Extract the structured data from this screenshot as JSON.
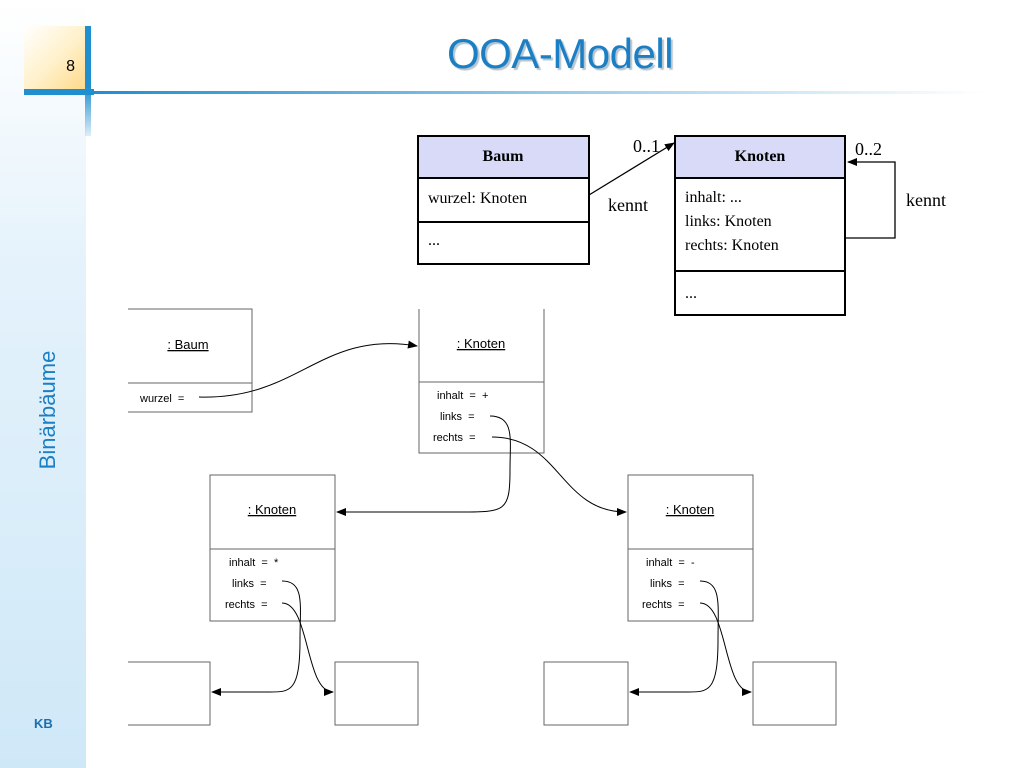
{
  "slide": {
    "page_number": "8",
    "title": "OOA-Modell",
    "side_title": "Binärbäume",
    "footer": "KB"
  },
  "class_diagram": {
    "baum": {
      "name": "Baum",
      "attributes": "wurzel: Knoten",
      "methods": "..."
    },
    "knoten": {
      "name": "Knoten",
      "attr1": "inhalt: ...",
      "attr2": "links: Knoten",
      "attr3": "rechts: Knoten",
      "methods": "..."
    },
    "association1": {
      "multiplicity": "0..1",
      "label": "kennt"
    },
    "association2": {
      "multiplicity": "0..2",
      "label": "kennt"
    }
  },
  "object_diagram": {
    "baum": {
      "name": ": Baum",
      "wurzel": "wurzel  ="
    },
    "root": {
      "name": ": Knoten",
      "inhalt": "inhalt  =  +",
      "links": "links  =",
      "rechts": "rechts  ="
    },
    "left": {
      "name": ": Knoten",
      "inhalt": "inhalt  =  *",
      "links": "links  =",
      "rechts": "rechts  ="
    },
    "right": {
      "name": ": Knoten",
      "inhalt": "inhalt  =  -",
      "links": "links  =",
      "rechts": "rechts  ="
    }
  }
}
